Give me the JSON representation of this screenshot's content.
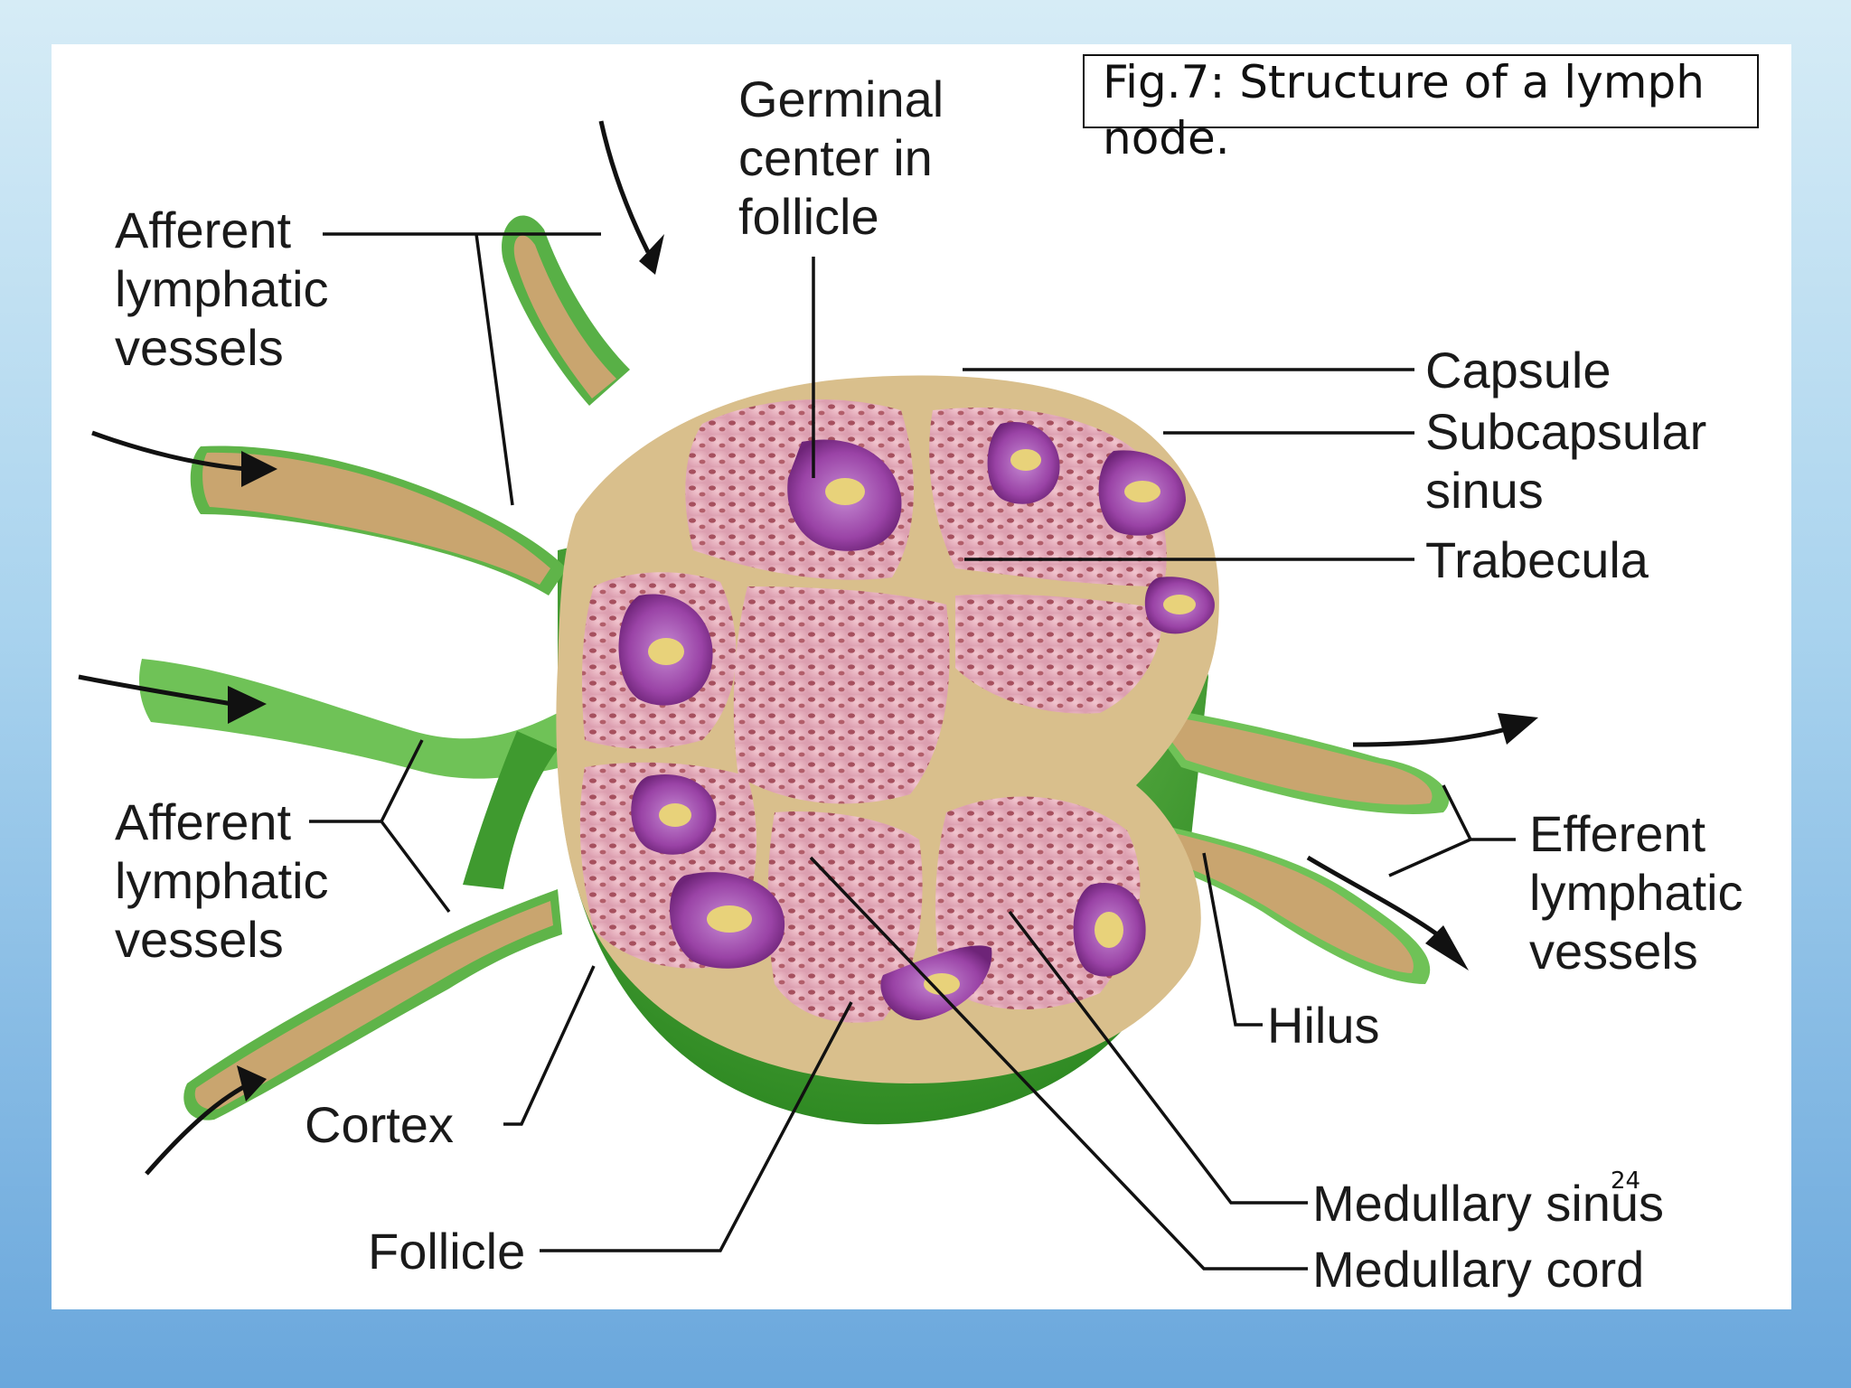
{
  "caption": "Fig.7: Structure of a lymph node.",
  "page_number": "24",
  "labels": {
    "germinal_center": [
      "Germinal",
      "center in",
      "follicle"
    ],
    "afferent_top": [
      "Afferent",
      "lymphatic",
      "vessels"
    ],
    "afferent_bottom": [
      "Afferent",
      "lymphatic",
      "vessels"
    ],
    "capsule": "Capsule",
    "subcapsular_sinus": [
      "Subcapsular",
      "sinus"
    ],
    "trabecula": "Trabecula",
    "efferent": [
      "Efferent",
      "lymphatic",
      "vessels"
    ],
    "hilus": "Hilus",
    "cortex": "Cortex",
    "follicle": "Follicle",
    "medullary_sinus": "Medullary sinus",
    "medullary_cord": "Medullary cord"
  },
  "colors": {
    "capsule_green": "#3f9a2f",
    "cortex_pink": "#e9b4bf",
    "trabecula_tan": "#dcc596",
    "follicle_purple": "#8e3a98",
    "germinal_yellow": "#e8d27a"
  }
}
